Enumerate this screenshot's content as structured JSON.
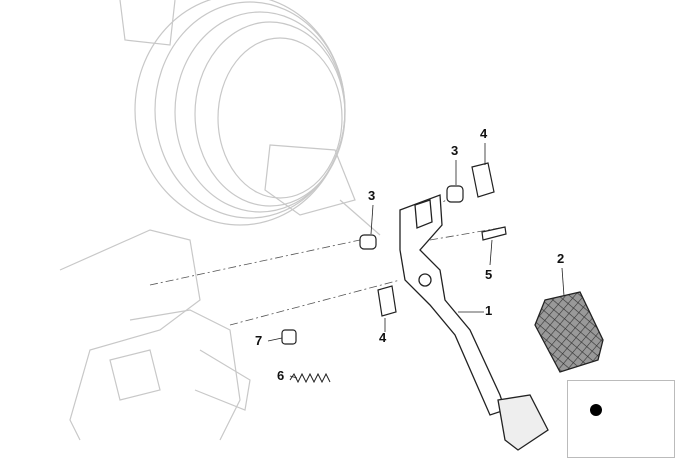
{
  "diagram": {
    "callouts": [
      {
        "id": "callout-4-top",
        "text": "4"
      },
      {
        "id": "callout-3-top",
        "text": "3"
      },
      {
        "id": "callout-3-left",
        "text": "3"
      },
      {
        "id": "callout-2",
        "text": "2"
      },
      {
        "id": "callout-5",
        "text": "5"
      },
      {
        "id": "callout-1",
        "text": "1"
      },
      {
        "id": "callout-4-bottom",
        "text": "4"
      },
      {
        "id": "callout-7",
        "text": "7"
      },
      {
        "id": "callout-6",
        "text": "6"
      }
    ],
    "legend": {
      "symbol": "filled-dot"
    },
    "colors": {
      "faded_line": "#c8c8c8",
      "part_line": "#222222",
      "pad_fill": "#888888"
    }
  }
}
